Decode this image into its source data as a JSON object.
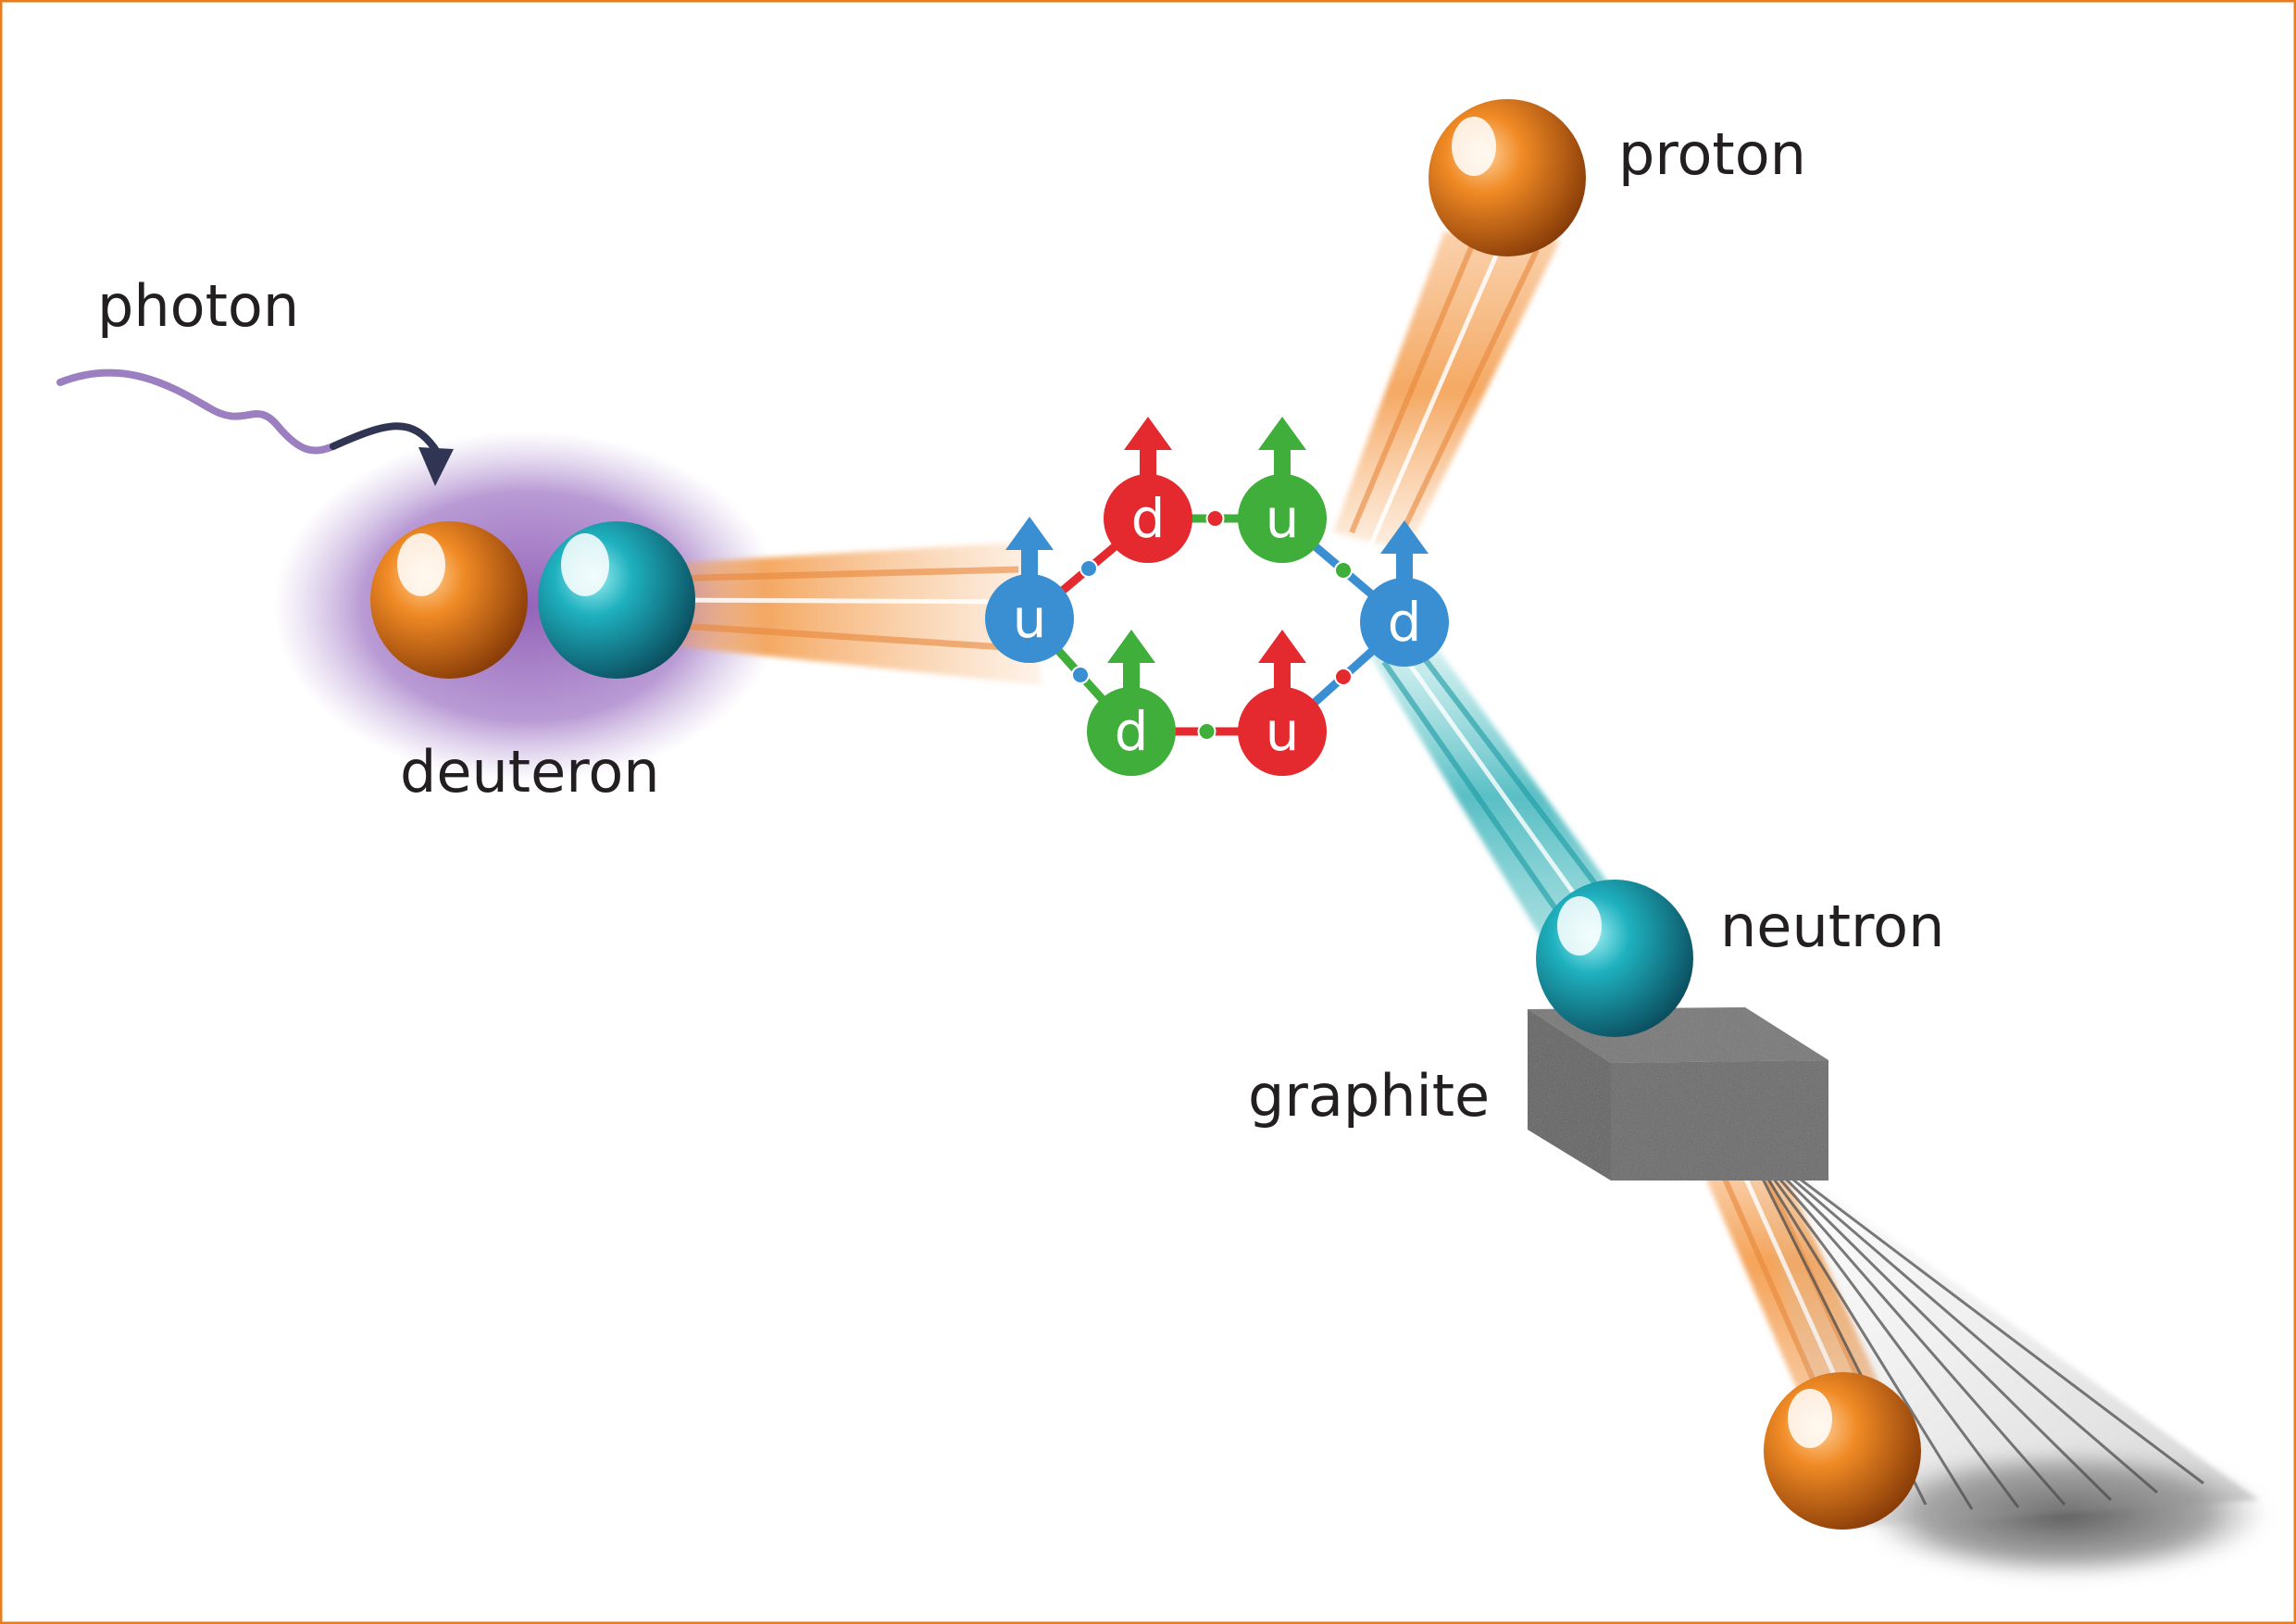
{
  "labels": {
    "photon": "photon",
    "deuteron": "deuteron",
    "proton": "proton",
    "neutron": "neutron",
    "graphite": "graphite"
  },
  "quarks": [
    {
      "id": "q1",
      "flavor": "u",
      "color": "#3a8fd3"
    },
    {
      "id": "q2",
      "flavor": "d",
      "color": "#e42a2f"
    },
    {
      "id": "q3",
      "flavor": "u",
      "color": "#3fae3a"
    },
    {
      "id": "q4",
      "flavor": "d",
      "color": "#3a8fd3"
    },
    {
      "id": "q5",
      "flavor": "d",
      "color": "#3fae3a"
    },
    {
      "id": "q6",
      "flavor": "u",
      "color": "#e42a2f"
    }
  ],
  "colors": {
    "proton": "#e87d1e",
    "neutron": "#1aa0b0",
    "deuteron_cloud": "#8e5bb5",
    "photon_wave": "#9b7fc0",
    "photon_arrow": "#2f3552",
    "graphite": "#5a5a5a",
    "proton_beam": "#f5a35a",
    "neutron_beam": "#46b9bf"
  }
}
